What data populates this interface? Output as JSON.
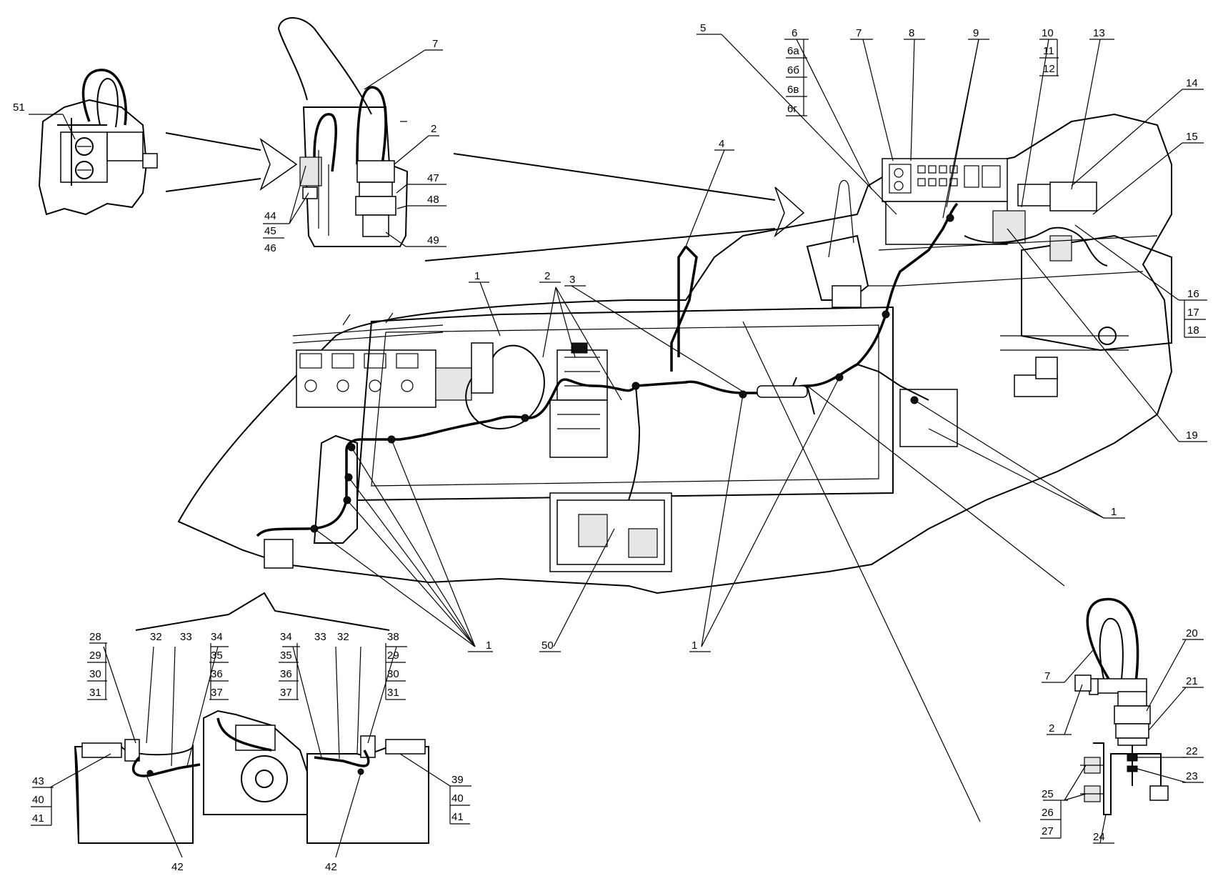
{
  "callouts": [
    {
      "id": "c51",
      "text": "51"
    },
    {
      "id": "c7a",
      "text": "7"
    },
    {
      "id": "c2a",
      "text": "2"
    },
    {
      "id": "c47",
      "text": "47"
    },
    {
      "id": "c48",
      "text": "48"
    },
    {
      "id": "c49",
      "text": "49"
    },
    {
      "id": "c44",
      "text": "44"
    },
    {
      "id": "c45",
      "text": "45"
    },
    {
      "id": "c46",
      "text": "46"
    },
    {
      "id": "c5",
      "text": "5"
    },
    {
      "id": "c6",
      "text": "6"
    },
    {
      "id": "c6a",
      "text": "6а"
    },
    {
      "id": "c6b",
      "text": "6б"
    },
    {
      "id": "c6v",
      "text": "6в"
    },
    {
      "id": "c6g",
      "text": "6г"
    },
    {
      "id": "c7b",
      "text": "7"
    },
    {
      "id": "c8",
      "text": "8"
    },
    {
      "id": "c9",
      "text": "9"
    },
    {
      "id": "c10",
      "text": "10"
    },
    {
      "id": "c11",
      "text": "11"
    },
    {
      "id": "c12",
      "text": "12"
    },
    {
      "id": "c13",
      "text": "13"
    },
    {
      "id": "c14",
      "text": "14"
    },
    {
      "id": "c15",
      "text": "15"
    },
    {
      "id": "c16",
      "text": "16"
    },
    {
      "id": "c17",
      "text": "17"
    },
    {
      "id": "c18",
      "text": "18"
    },
    {
      "id": "c19",
      "text": "19"
    },
    {
      "id": "c4",
      "text": "4"
    },
    {
      "id": "c1a",
      "text": "1"
    },
    {
      "id": "c2b",
      "text": "2"
    },
    {
      "id": "c3",
      "text": "3"
    },
    {
      "id": "c1b",
      "text": "1"
    },
    {
      "id": "c1c",
      "text": "1"
    },
    {
      "id": "c1d",
      "text": "1"
    },
    {
      "id": "c50",
      "text": "50"
    },
    {
      "id": "c28",
      "text": "28"
    },
    {
      "id": "c29a",
      "text": "29"
    },
    {
      "id": "c30a",
      "text": "30"
    },
    {
      "id": "c31a",
      "text": "31"
    },
    {
      "id": "c32a",
      "text": "32"
    },
    {
      "id": "c33a",
      "text": "33"
    },
    {
      "id": "c34a",
      "text": "34"
    },
    {
      "id": "c35a",
      "text": "35"
    },
    {
      "id": "c36a",
      "text": "36"
    },
    {
      "id": "c37a",
      "text": "37"
    },
    {
      "id": "c34b",
      "text": "34"
    },
    {
      "id": "c35b",
      "text": "35"
    },
    {
      "id": "c36b",
      "text": "36"
    },
    {
      "id": "c37b",
      "text": "37"
    },
    {
      "id": "c33b",
      "text": "33"
    },
    {
      "id": "c32b",
      "text": "32"
    },
    {
      "id": "c38",
      "text": "38"
    },
    {
      "id": "c29b",
      "text": "29"
    },
    {
      "id": "c30b",
      "text": "30"
    },
    {
      "id": "c31b",
      "text": "31"
    },
    {
      "id": "c43",
      "text": "43"
    },
    {
      "id": "c40a",
      "text": "40"
    },
    {
      "id": "c41a",
      "text": "41"
    },
    {
      "id": "c42a",
      "text": "42"
    },
    {
      "id": "c42b",
      "text": "42"
    },
    {
      "id": "c39",
      "text": "39"
    },
    {
      "id": "c40b",
      "text": "40"
    },
    {
      "id": "c41b",
      "text": "41"
    },
    {
      "id": "c7c",
      "text": "7"
    },
    {
      "id": "c2c",
      "text": "2"
    },
    {
      "id": "c20",
      "text": "20"
    },
    {
      "id": "c21",
      "text": "21"
    },
    {
      "id": "c22",
      "text": "22"
    },
    {
      "id": "c23",
      "text": "23"
    },
    {
      "id": "c25",
      "text": "25"
    },
    {
      "id": "c26",
      "text": "26"
    },
    {
      "id": "c27",
      "text": "27"
    },
    {
      "id": "c24",
      "text": "24"
    }
  ]
}
